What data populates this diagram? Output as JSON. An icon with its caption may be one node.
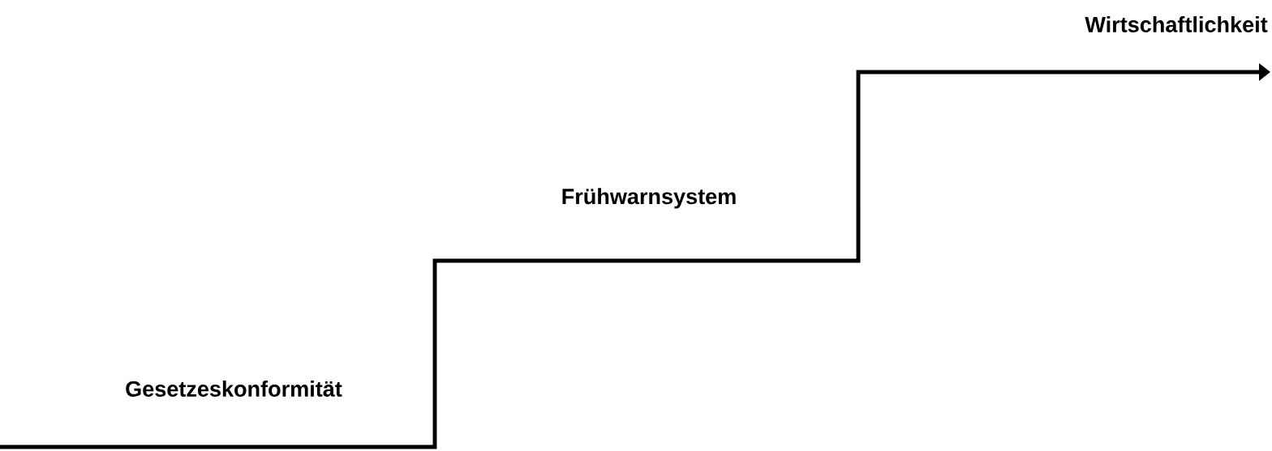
{
  "diagram": {
    "labels": [
      "Wirtschaftlichkeit",
      "Frühwarnsystem",
      "Gesetzeskonformität"
    ]
  }
}
